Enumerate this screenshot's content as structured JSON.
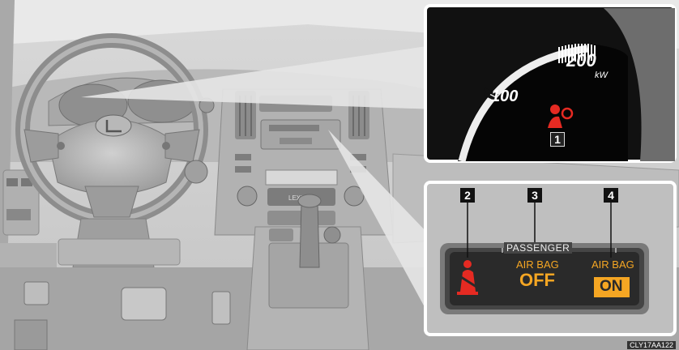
{
  "gauge": {
    "tick_100": "100",
    "tick_200": "200",
    "unit": "kW",
    "callout": "1"
  },
  "panel": {
    "callouts": [
      "2",
      "3",
      "4"
    ],
    "passenger_label": "PASSENGER",
    "airbag_off_top": "AIR BAG",
    "airbag_off_bottom": "OFF",
    "airbag_on_top": "AIR BAG",
    "airbag_on_bottom": "ON"
  },
  "console": {
    "display_text": "LEXUS"
  },
  "image_code": "CLY17AA122",
  "colors": {
    "warning_red": "#e52a22",
    "indicator_amber": "#f5a623",
    "panel_gray": "#c8c8c8"
  },
  "icons": [
    "airbag-warning-icon",
    "seatbelt-warning-icon",
    "lexus-logo-icon"
  ]
}
